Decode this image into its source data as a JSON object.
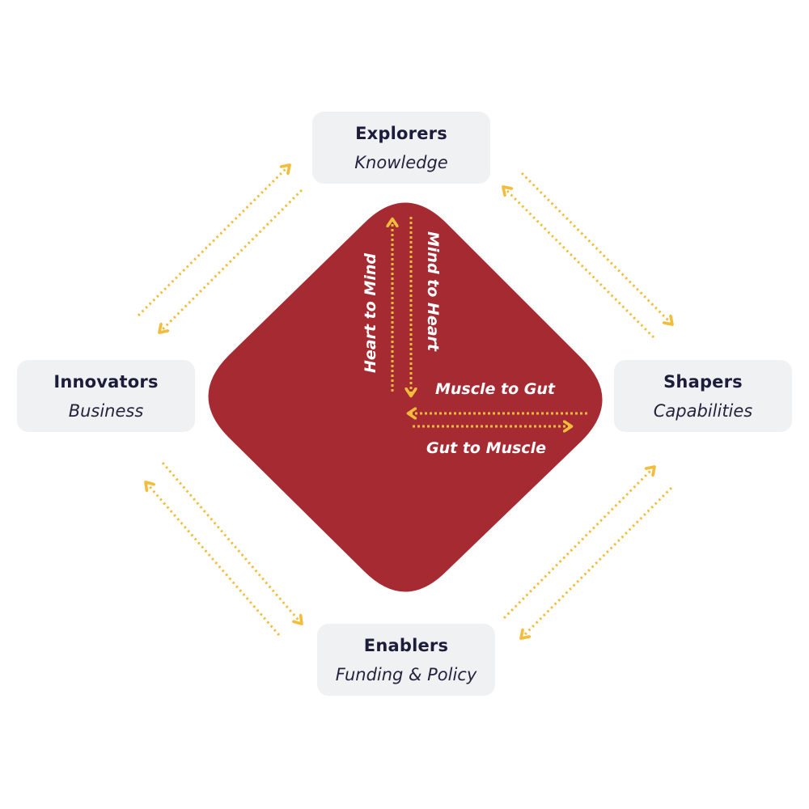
{
  "colors": {
    "core": "#a62a32",
    "arrow": "#f2bd3c",
    "node_bg": "#f0f1f3",
    "node_text": "#1c1d3a",
    "flow_text": "#ffffff"
  },
  "nodes": {
    "top": {
      "title": "Explorers",
      "subtitle": "Knowledge"
    },
    "left": {
      "title": "Innovators",
      "subtitle": "Business"
    },
    "right": {
      "title": "Shapers",
      "subtitle": "Capabilities"
    },
    "bottom": {
      "title": "Enablers",
      "subtitle": "Funding & Policy"
    }
  },
  "flows": {
    "heart_to_mind": "Heart to Mind",
    "mind_to_heart": "Mind to Heart",
    "muscle_to_gut": "Muscle to Gut",
    "gut_to_muscle": "Gut to Muscle"
  },
  "connections": [
    {
      "from": "Innovators",
      "to": "Explorers",
      "bidirectional_pair": true
    },
    {
      "from": "Explorers",
      "to": "Shapers",
      "bidirectional_pair": true
    },
    {
      "from": "Innovators",
      "to": "Enablers",
      "bidirectional_pair": true
    },
    {
      "from": "Enablers",
      "to": "Shapers",
      "bidirectional_pair": true
    }
  ]
}
